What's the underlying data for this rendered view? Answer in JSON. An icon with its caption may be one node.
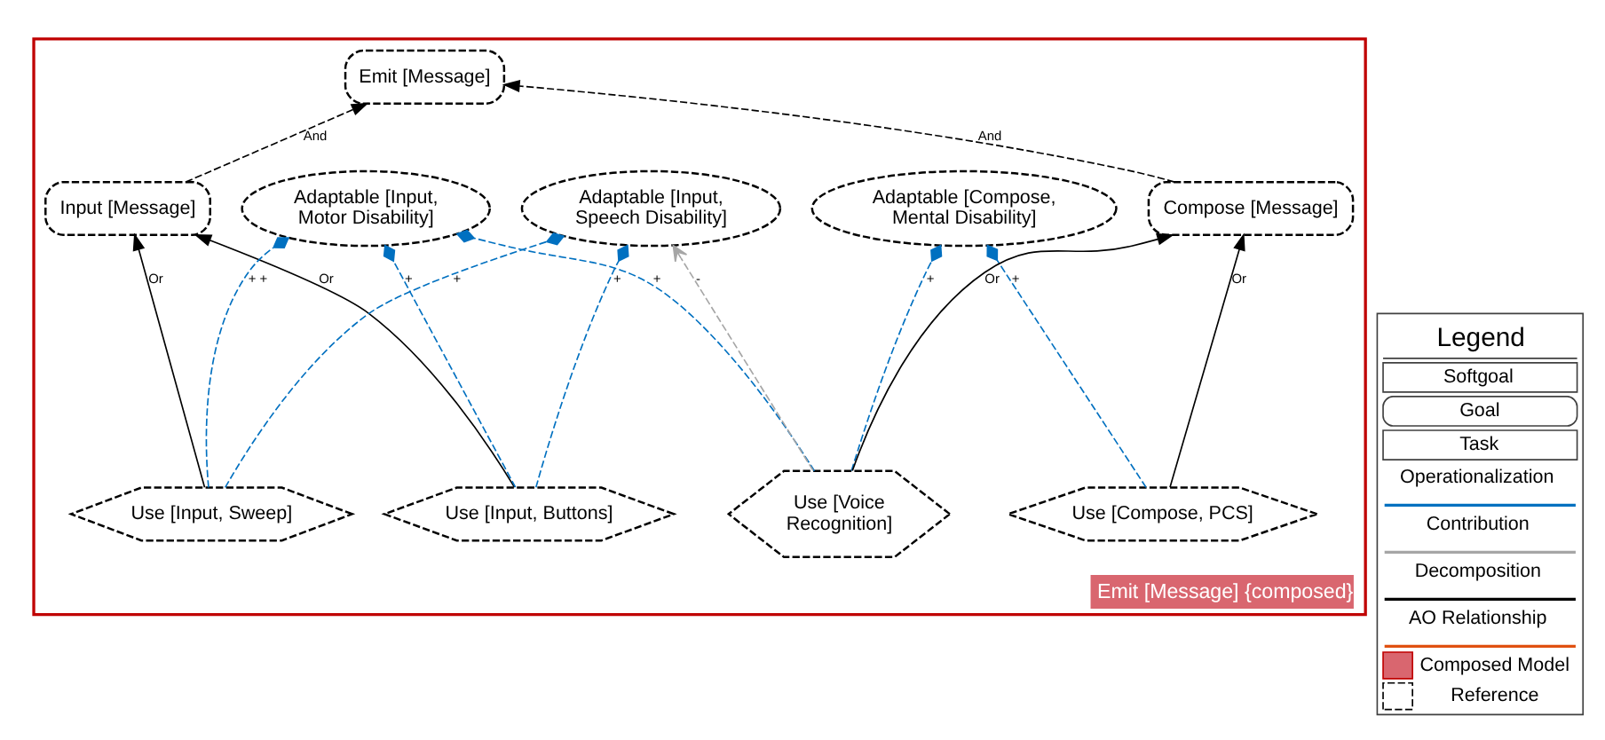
{
  "diagram": {
    "nodes": [
      {
        "text": [
          "Emit [Message] {composed}"
        ]
      },
      {
        "text": [
          "Emit [Message]"
        ],
        "in": 0
      },
      {
        "text": [
          "Adaptable [Compose, Mental Disability]"
        ],
        "in": 0
      },
      {
        "text": [
          "Compose [Message]"
        ],
        "in": 0
      },
      {
        "text": [
          "Input [Message]"
        ],
        "in": 0
      },
      {
        "text": [
          "Adaptable [Input, Motor Disability]"
        ],
        "in": 0
      },
      {
        "text": [
          "Use [Compose, PCS]"
        ],
        "in": 0
      },
      {
        "text": [
          "Use [Voice Recognition]"
        ],
        "in": 0
      },
      {
        "text": [
          "Use [Input, Buttons]"
        ],
        "in": 0
      },
      {
        "text": [
          "Use [Input, Sweep]"
        ],
        "in": 0
      },
      {
        "text": [
          "Adaptable [Input, Speech Disability]"
        ],
        "in": 0
      },
      {
        "text": [
          "Legend"
        ]
      }
    ],
    "edges": [
      {
        "from": 3,
        "to": 1,
        "arrow": "to",
        "label": "And",
        "style": "dashed",
        "color": "#000000"
      },
      {
        "from": 4,
        "to": 1,
        "arrow": "to",
        "label": "And",
        "style": "dashed",
        "color": "#000000"
      },
      {
        "from": 6,
        "to": 3,
        "arrow": "to",
        "label": "Or",
        "color": "#000000"
      },
      {
        "from": 7,
        "to": 3,
        "arrow": "to",
        "label": "Or",
        "color": "#000000"
      },
      {
        "from": 8,
        "to": 4,
        "arrow": "to",
        "label": "Or",
        "color": "#000000"
      },
      {
        "from": 9,
        "to": 4,
        "arrow": "to",
        "label": "Or",
        "color": "#000000"
      },
      {
        "from": 6,
        "to": 2,
        "arrow": "other",
        "label": "+",
        "style": "dashed",
        "color": "#0070c0"
      },
      {
        "from": 7,
        "to": 2,
        "arrow": "other",
        "label": "+",
        "style": "dashed",
        "color": "#0070c0"
      },
      {
        "from": 7,
        "to": 5,
        "arrow": "other",
        "label": "+",
        "style": "dashed",
        "color": "#0070c0"
      },
      {
        "from": 8,
        "to": 5,
        "arrow": "other",
        "label": "+",
        "style": "dashed",
        "color": "#0070c0"
      },
      {
        "from": 9,
        "to": 5,
        "arrow": "other",
        "label": "+ +",
        "style": "dashed",
        "color": "#0070c0"
      },
      {
        "from": 7,
        "to": 10,
        "arrow": "to",
        "label": "-",
        "style": "dashed",
        "color": "#a6a6a6"
      },
      {
        "from": 8,
        "to": 10,
        "arrow": "other",
        "label": "+",
        "style": "dashed",
        "color": "#0070c0"
      },
      {
        "from": 9,
        "to": 10,
        "arrow": "other",
        "label": "+",
        "style": "dashed",
        "color": "#0070c0"
      }
    ],
    "legend": [
      {
        "text": "Softgoal"
      },
      {
        "text": "Goal"
      },
      {
        "text": "Task"
      },
      {
        "text": "Operationalization"
      },
      {
        "text": "Contribution"
      },
      {
        "text": "Decomposition"
      },
      {
        "text": "AO Relationship"
      },
      {
        "text": "Composed Model"
      },
      {
        "text": "Reference"
      }
    ]
  }
}
